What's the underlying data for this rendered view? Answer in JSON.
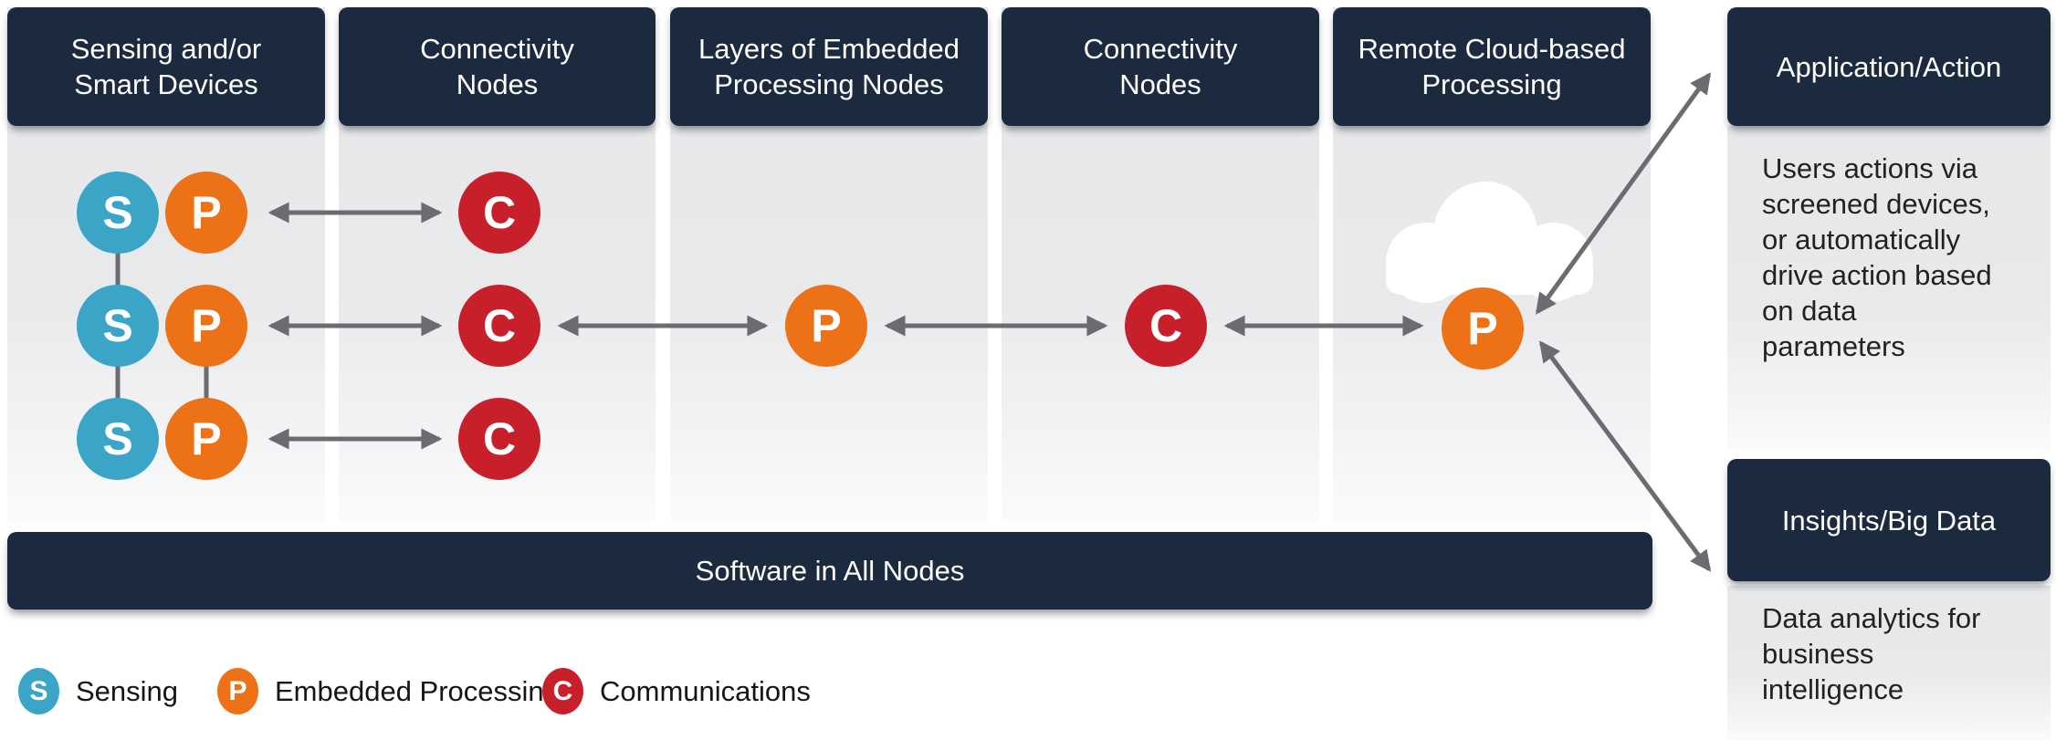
{
  "columns": [
    {
      "header": "Sensing and/or\nSmart Devices"
    },
    {
      "header": "Connectivity\nNodes"
    },
    {
      "header": "Layers of Embedded\nProcessing Nodes"
    },
    {
      "header": "Connectivity\nNodes"
    },
    {
      "header": "Remote Cloud-based\nProcessing"
    }
  ],
  "right_panels": {
    "application": {
      "header": "Application/Action",
      "body": "Users actions via\nscreened devices,\nor automatically\ndrive action based\non data\nparameters"
    },
    "insights": {
      "header": "Insights/Big Data",
      "body": "Data analytics for\nbusiness\nintelligence"
    }
  },
  "software_bar_label": "Software in All Nodes",
  "node_letters": {
    "sensing": "S",
    "processing": "P",
    "communications": "C"
  },
  "legend": {
    "items": [
      {
        "letter": "S",
        "label": "Sensing",
        "color": "#3ba5c7"
      },
      {
        "letter": "P",
        "label": "Embedded Processing",
        "color": "#ed7217"
      },
      {
        "letter": "C",
        "label": "Communications",
        "color": "#c8202b"
      }
    ]
  },
  "colors": {
    "header_navy": "#1b2a3f",
    "sensing_teal": "#3ba5c7",
    "processing_orange": "#ed7217",
    "communications_red": "#c8202b",
    "arrow_gray": "#6b6c6f",
    "panel_gray": "#e8e9eb"
  }
}
